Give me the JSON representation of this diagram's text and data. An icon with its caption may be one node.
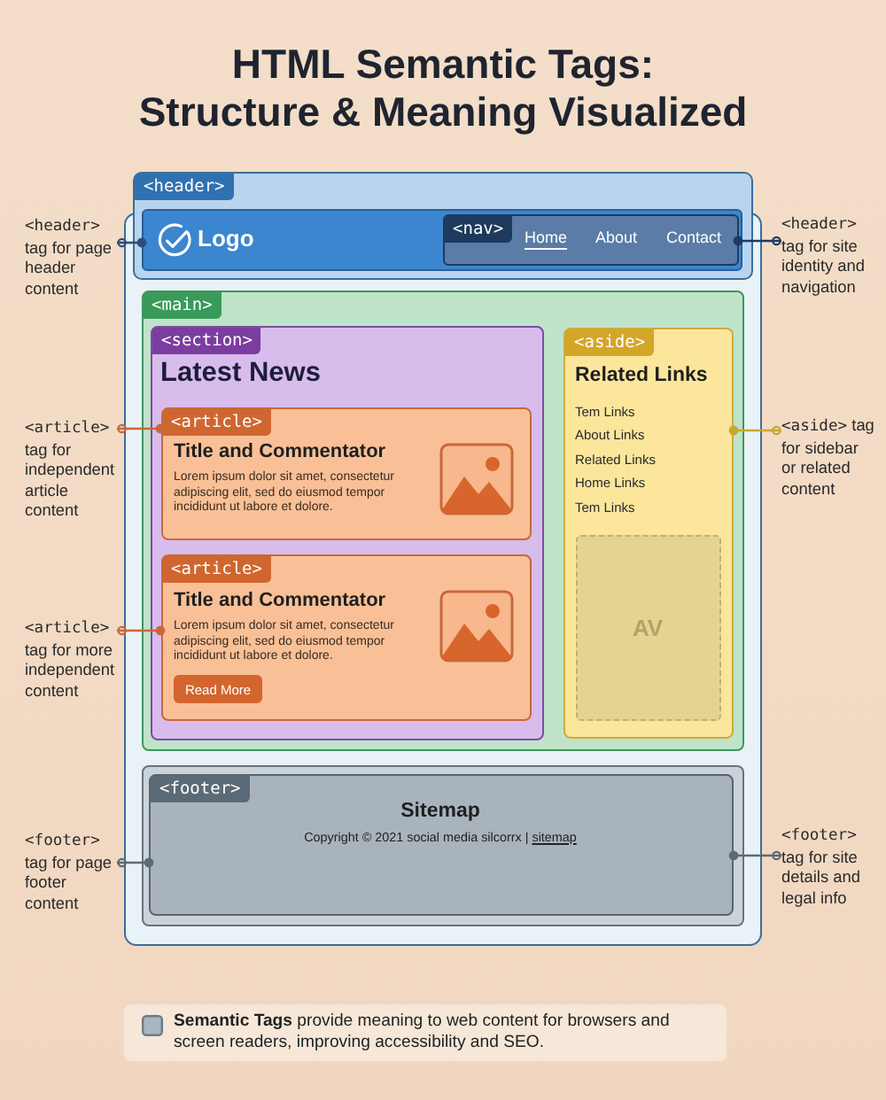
{
  "diagram": {
    "title": "HTML Semantic Tags: Structure & Meaning Visualized",
    "nodes": [
      {
        "text": [
          "<header>"
        ]
      },
      {
        "text": [
          "Logo"
        ]
      },
      {
        "text": [
          "<nav>",
          "Home",
          "About",
          "Contact"
        ],
        "in": 1
      },
      {
        "text": [],
        "shape": "box"
      },
      {
        "text": [
          "<main>"
        ],
        "in": 3
      },
      {
        "text": [
          "<section>",
          "Latest News"
        ],
        "in": 4
      },
      {
        "text": [
          "<article>",
          "Title and Commentator",
          "Lorem ipsum dolor sit amet, consectetur adipiscing elit, sed do eiusmod tempor incididunt ut labore et dolore."
        ],
        "in": 5
      },
      {
        "text": [
          "<article>",
          "Title and Commentator",
          "Lorem ipsum dolor sit amet, consectetur adipiscing elit, sed do eiusmod tempor incididunt ut labore et dolore."
        ],
        "in": 5
      },
      {
        "text": [
          "Read More"
        ],
        "in": 7
      },
      {
        "text": [
          "<aside>",
          "Related Links",
          "Tem Links",
          "About Links",
          "Related Links",
          "Home Links",
          "Tem Links"
        ],
        "in": 4
      },
      {
        "text": [
          "AV"
        ],
        "in": 9
      },
      {
        "text": [],
        "shape": "box",
        "in": 3
      },
      {
        "text": [
          "<footer>",
          "Sitemap",
          "Copyright © 2021 social media silcorrx |",
          "sitemap"
        ],
        "in": 11
      },
      {
        "text": [
          "<header>",
          "tag for page header content"
        ]
      },
      {
        "text": [
          "<header>",
          "tag for site identity and navigation"
        ]
      },
      {
        "text": [
          "<article>",
          "tag for independent article content"
        ]
      },
      {
        "text": [
          "<aside>",
          "tag for sidebar or related content"
        ]
      },
      {
        "text": [
          "<article>",
          "tag for more independent content"
        ]
      },
      {
        "text": [
          "<footer>",
          "tag for page footer content"
        ]
      },
      {
        "text": [
          "<footer>",
          "tag for site details and legal info"
        ]
      }
    ],
    "edges": [
      {
        "from": 13,
        "to": 1,
        "arrow": "other",
        "color": "#2b4f7a"
      },
      {
        "from": 14,
        "to": 2,
        "arrow": "other",
        "color": "#1f3a5f"
      },
      {
        "from": 15,
        "to": 6,
        "arrow": "other",
        "color": "#c8683a"
      },
      {
        "from": 16,
        "to": 9,
        "arrow": "other",
        "color": "#c9a534"
      },
      {
        "from": 17,
        "to": 7,
        "arrow": "other",
        "color": "#c8683a"
      },
      {
        "from": 18,
        "to": 12,
        "arrow": "other",
        "color": "#5d6a75"
      },
      {
        "from": 19,
        "to": 12,
        "arrow": "other",
        "color": "#5d6a75"
      }
    ],
    "labels": [
      "**Semantic Tags** provide meaning to web content for browsers and screen readers, improving accessibility and SEO."
    ]
  }
}
